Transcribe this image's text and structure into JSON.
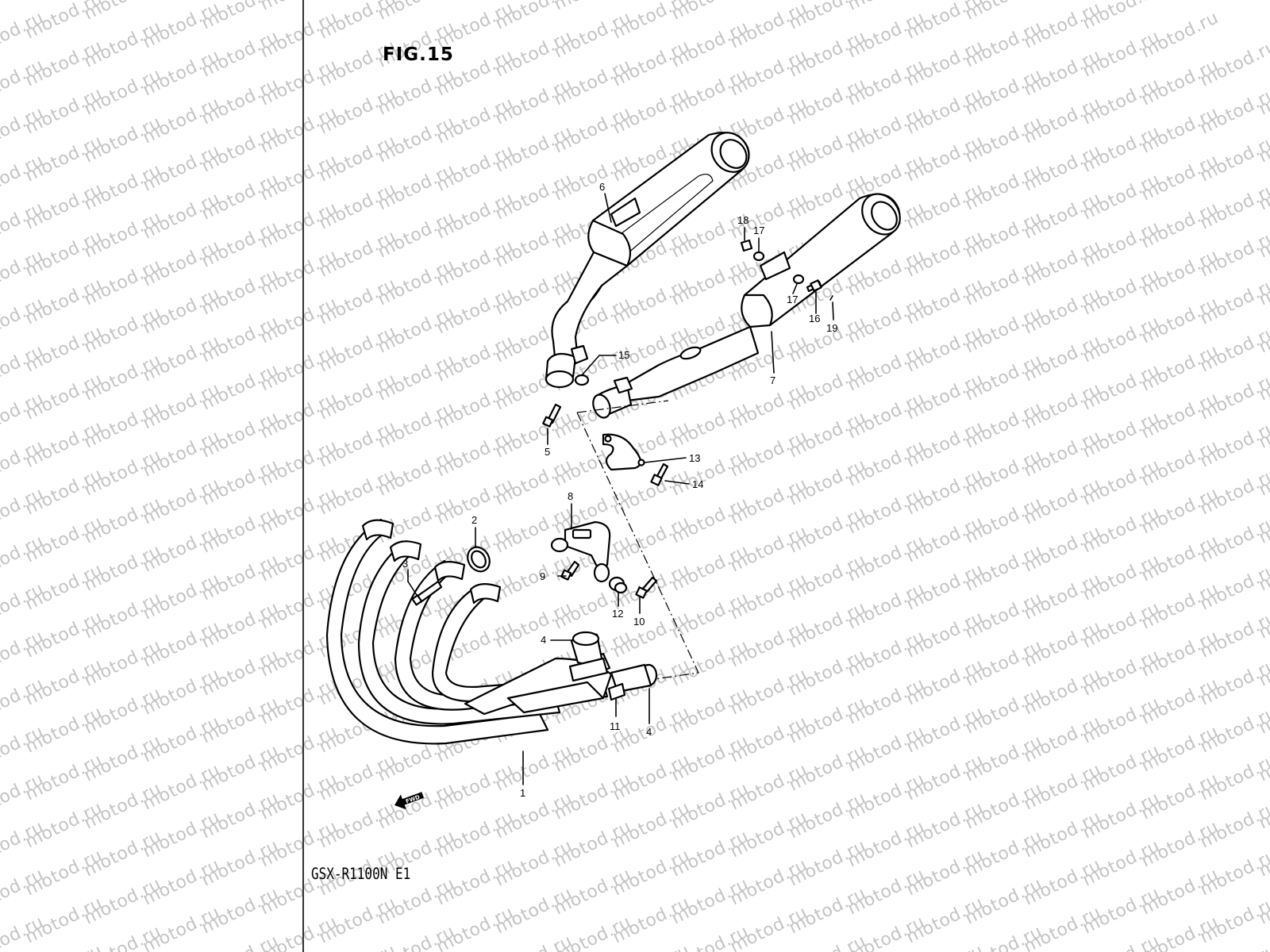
{
  "figure": {
    "title": "FIG.15",
    "model": "GSX-R1100N E1"
  },
  "watermark": {
    "text": "motod.ru"
  },
  "fwd_marker": {
    "label": "FWD"
  },
  "parts": [
    {
      "number": "1"
    },
    {
      "number": "2"
    },
    {
      "number": "3"
    },
    {
      "number": "4"
    },
    {
      "number": "4"
    },
    {
      "number": "5"
    },
    {
      "number": "6"
    },
    {
      "number": "7"
    },
    {
      "number": "8"
    },
    {
      "number": "9"
    },
    {
      "number": "10"
    },
    {
      "number": "11"
    },
    {
      "number": "12"
    },
    {
      "number": "13"
    },
    {
      "number": "14"
    },
    {
      "number": "15"
    },
    {
      "number": "16"
    },
    {
      "number": "17"
    },
    {
      "number": "17"
    },
    {
      "number": "18"
    },
    {
      "number": "19"
    }
  ]
}
